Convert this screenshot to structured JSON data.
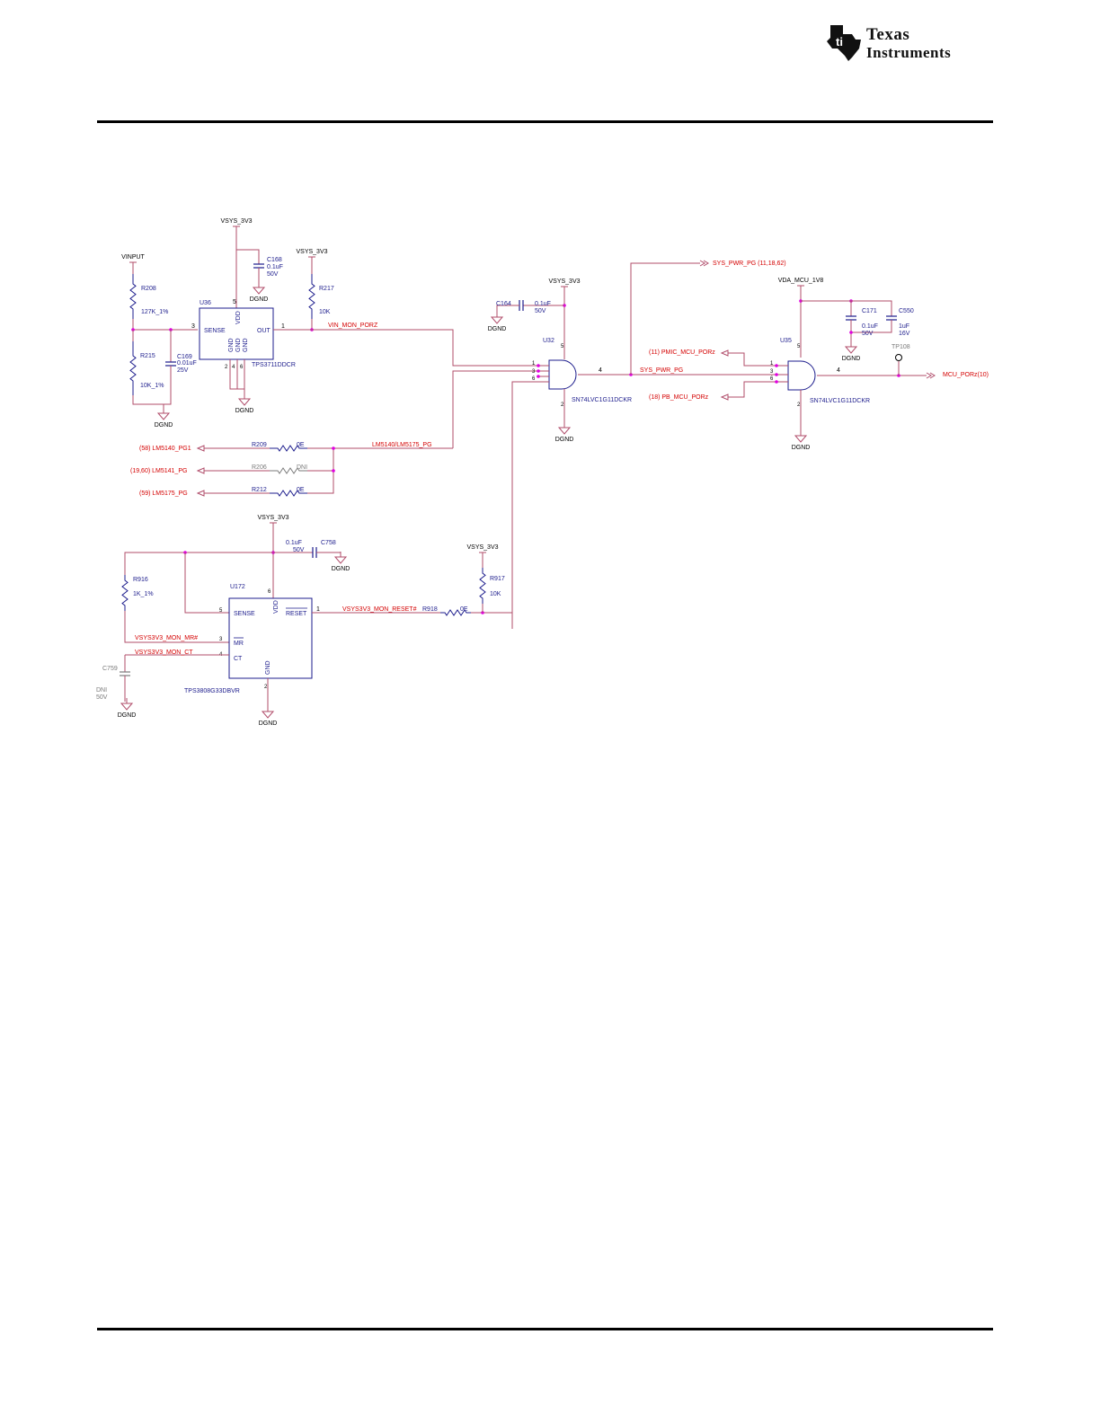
{
  "header": {
    "logo_line1": "Texas",
    "logo_line2": "Instruments"
  },
  "colors": {
    "wire": "#b04c6a",
    "net": "#d40000",
    "component": "#1c1c8c",
    "junction": "#e000e0",
    "dni": "#7a7a7a",
    "black": "#000000"
  },
  "labels": {
    "vsys_3v3": "VSYS_3V3",
    "vinput": "VINPUT",
    "vda_mcu_1v8": "VDA_MCU_1V8",
    "dgnd": "DGND",
    "r208": "R208",
    "r208_val": "127K_1%",
    "r215": "R215",
    "r215_val": "10K_1%",
    "c169": "C169",
    "c169_val1": "0.01uF",
    "c169_val2": "25V",
    "u36": "U36",
    "u36_part": "TPS3711DDCR",
    "sense": "SENSE",
    "vdd": "VDD",
    "out": "OUT",
    "gnd": "GND",
    "c168": "C168",
    "c168_val1": "0.1uF",
    "c168_val2": "50V",
    "r217": "R217",
    "r217_val": "10K",
    "vin_mon_porz": "VIN_MON_PORZ",
    "c164": "C164",
    "c164_val1": "0.1uF",
    "c164_val2": "50V",
    "u32": "U32",
    "u32_part": "SN74LVC1G11DCKR",
    "sys_pwr_pg": "SYS_PWR_PG",
    "sys_pwr_pg_ref": "SYS_PWR_PG  (11,18,62)",
    "pmic_mcu_porz": "(11)  PMIC_MCU_PORz",
    "pb_mcu_porz": "(18)  PB_MCU_PORz",
    "u35": "U35",
    "u35_part": "SN74LVC1G11DCKR",
    "c171": "C171",
    "c171_val1": "0.1uF",
    "c171_val2": "50V",
    "c550": "C550",
    "c550_val1": "1uF",
    "c550_val2": "16V",
    "tp108": "TP108",
    "mcu_porz": "MCU_PORz(10)",
    "lm5140_pg1": "(58)  LM5140_PG1",
    "lm5141_pg": "(19,60)  LM5141_PG",
    "lm5175_pg": "(59)  LM5175_PG",
    "r209": "R209",
    "r209_val": "0E",
    "r206": "R206",
    "r206_val": "DNI",
    "r212": "R212",
    "r212_val": "0E",
    "lm_net": "LM5140/LM5175_PG",
    "c758": "C758",
    "c758_val1": "0.1uF",
    "c758_val2": "50V",
    "r916": "R916",
    "r916_val": "1K_1%",
    "u172": "U172",
    "u172_part": "TPS3808G33DBVR",
    "reset": "RESET",
    "mr": "MR",
    "ct": "CT",
    "vsys_mon_reset": "VSYS3V3_MON_RESET#",
    "r918": "R918",
    "r918_val": "0E",
    "r917": "R917",
    "r917_val": "10K",
    "vsys_mon_mr": "VSYS3V3_MON_MR#",
    "vsys_mon_ct": "VSYS3V3_MON_CT",
    "c759": "C759",
    "c759_val1": "DNI",
    "c759_val2": "50V",
    "pin1": "1",
    "pin2": "2",
    "pin3": "3",
    "pin4": "4",
    "pin5": "5",
    "pin6": "6"
  }
}
